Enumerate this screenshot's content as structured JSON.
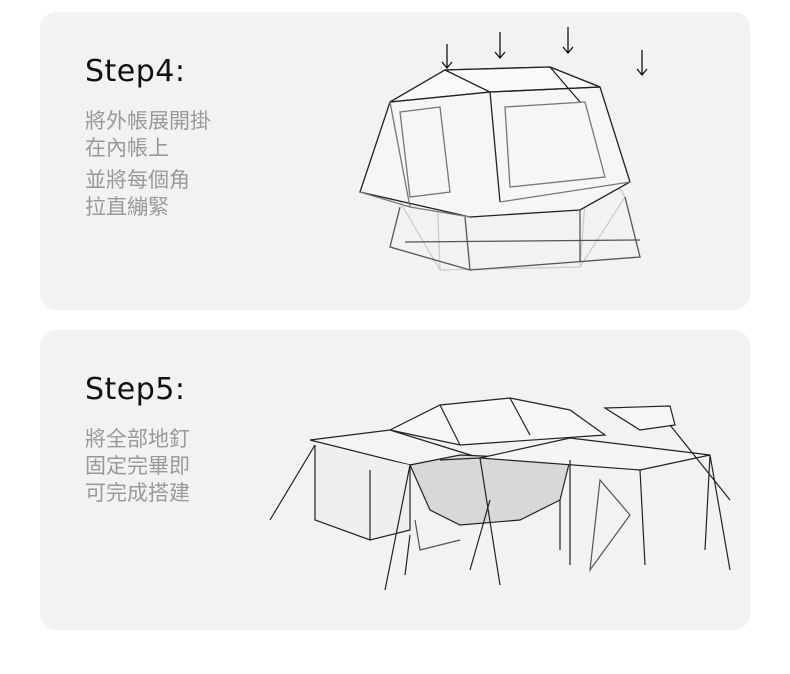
{
  "steps": [
    {
      "title": "Step4:",
      "lines": [
        "將外帳展開掛",
        "在內帳上"
      ],
      "lines2": [
        "並將每個角",
        "拉直繃緊"
      ]
    },
    {
      "title": "Step5:",
      "lines": [
        "將全部地釘",
        "固定完畢即",
        "可完成搭建"
      ]
    }
  ]
}
